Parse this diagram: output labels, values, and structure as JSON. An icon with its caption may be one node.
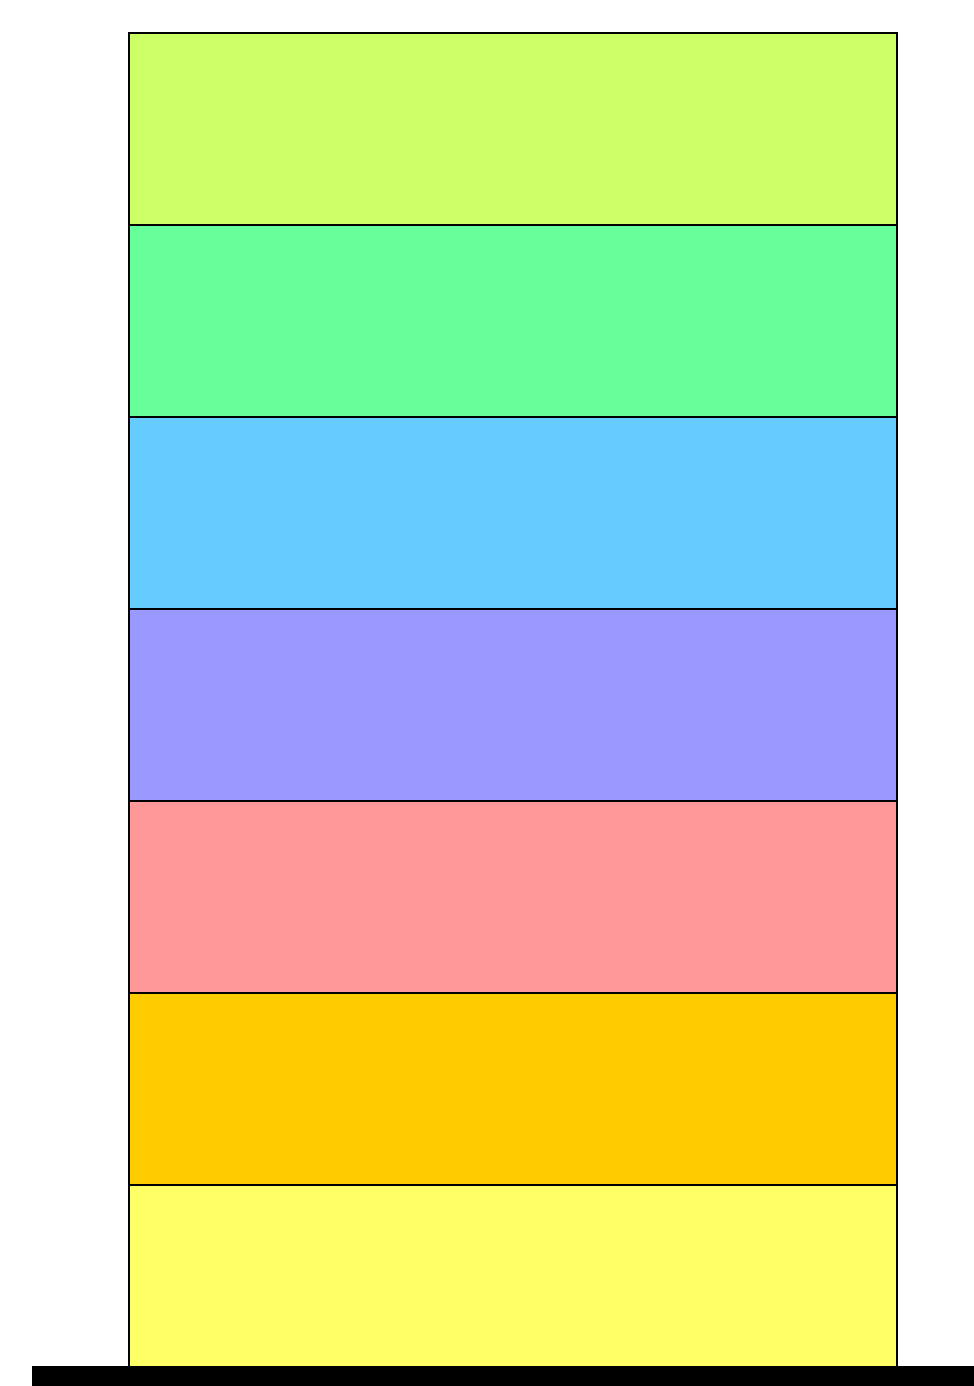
{
  "diagram": {
    "nodes": [
      {
        "text": [],
        "shape": "box"
      },
      {
        "text": [],
        "shape": "box"
      },
      {
        "text": [],
        "shape": "box"
      },
      {
        "text": [],
        "shape": "box"
      },
      {
        "text": [],
        "shape": "box"
      },
      {
        "text": [],
        "shape": "box"
      },
      {
        "text": [],
        "shape": "box"
      },
      {
        "text": [],
        "shape": "bar"
      }
    ]
  }
}
